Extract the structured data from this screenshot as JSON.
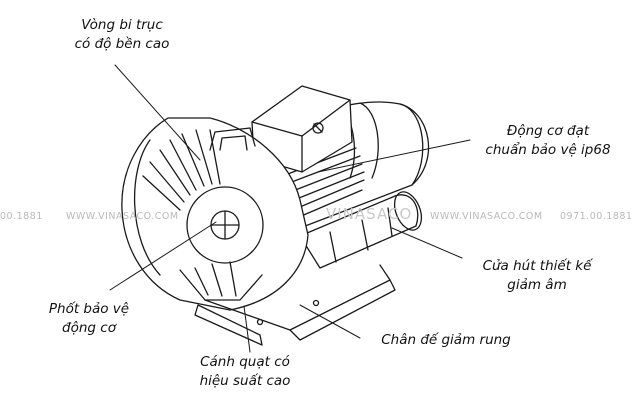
{
  "labels": {
    "bearing": [
      "Vòng bi trục",
      "có độ bền cao"
    ],
    "motor": [
      "Động cơ đạt",
      "chuẩn bảo vệ ip68"
    ],
    "intake": [
      "Cửa hút thiết kế",
      "giảm âm"
    ],
    "seal": [
      "Phốt bảo vệ",
      "động cơ"
    ],
    "impeller": [
      "Cánh quạt có",
      "hiệu suất cao"
    ],
    "base": "Chân đế giảm rung"
  },
  "watermark": {
    "left_phone": "00.1881",
    "left_brand": "WWW.VINASACO.COM",
    "center_brand": "VINASACO",
    "right_brand": "WWW.VINASACO.COM",
    "right_phone": "0971.00.1881"
  },
  "colors": {
    "line": "#1a1a1a",
    "watermark": "#bdbdbd",
    "background": "#ffffff"
  }
}
